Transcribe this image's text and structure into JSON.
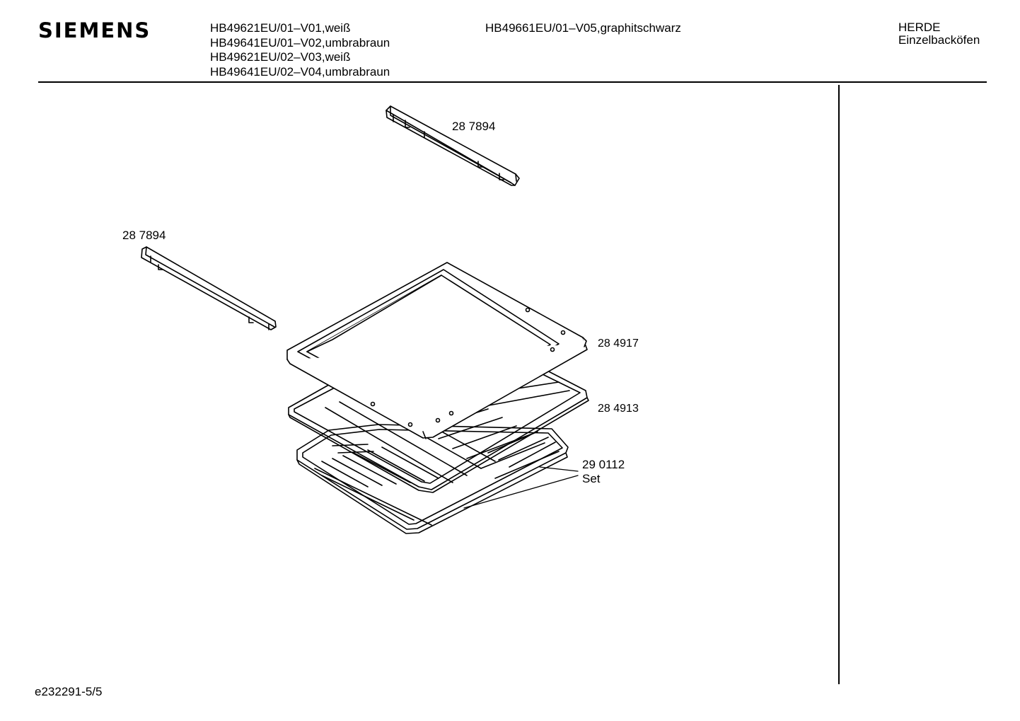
{
  "header": {
    "brand": "SIEMENS",
    "models_left": [
      "HB49621EU/01–V01,weiß",
      "HB49641EU/01–V02,umbrabraun",
      "HB49621EU/02–V03,weiß",
      "HB49641EU/02–V04,umbrabraun"
    ],
    "model_right": "HB49661EU/01–V05,graphitschwarz",
    "category_line1": "HERDE",
    "category_line2": "Einzelbacköfen"
  },
  "parts": {
    "rail_top": "28 7894",
    "rail_left": "28 7894",
    "tray": "28 4917",
    "grill": "28 4913",
    "set_number": "29 0112",
    "set_label": "Set"
  },
  "footer": {
    "doc_code": "e232291-5/5"
  }
}
